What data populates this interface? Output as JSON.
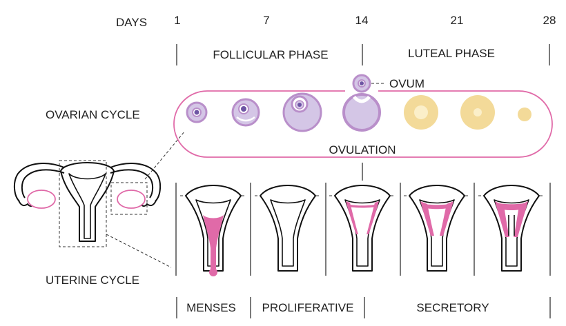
{
  "labels": {
    "days": "DAYS",
    "follicular": "FOLLICULAR PHASE",
    "luteal": "LUTEAL PHASE",
    "ovum": "OVUM",
    "ovarian_cycle": "OVARIAN CYCLE",
    "ovulation": "OVULATION",
    "uterine_cycle": "UTERINE CYCLE"
  },
  "days": [
    "1",
    "7",
    "14",
    "21",
    "28"
  ],
  "uterine_phases": [
    "MENSES",
    "PROLIFERATIVE",
    "SECRETORY"
  ],
  "colors": {
    "pink": "#e06aa8",
    "pink_light": "#f2b3d3",
    "purple": "#b98fca",
    "purple_light": "#d4c6e6",
    "purple_dark": "#6e55a4",
    "yellow": "#f3da99",
    "outline": "#111111"
  }
}
